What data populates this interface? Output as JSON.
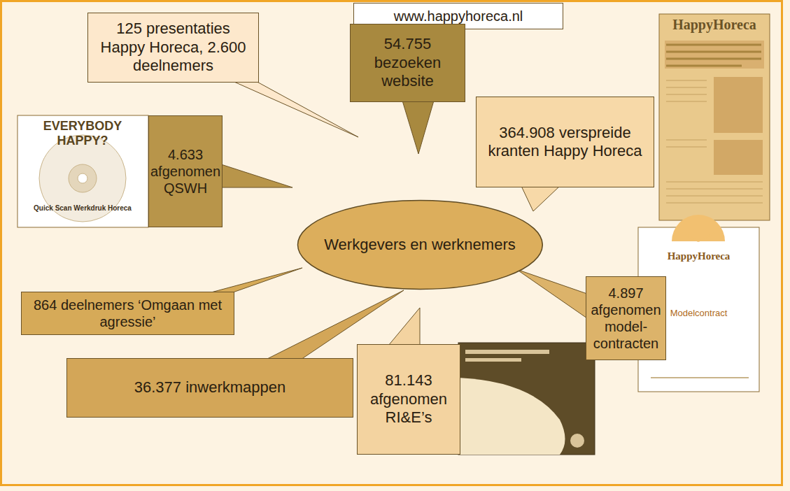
{
  "diagram": {
    "nodes": [
      {
        "text": [
          "125 presentaties Happy Horeca, 2.600 deelnemers"
        ]
      },
      {
        "text": [
          "www.happyhoreca.nl"
        ]
      },
      {
        "text": [
          "54.755 bezoeken website"
        ]
      },
      {
        "text": [
          "364.908 verspreide kranten Happy Horeca"
        ]
      },
      {
        "text": [
          "4.633 afgenomen QSWH"
        ]
      },
      {
        "text": [
          "Werkgevers en werknemers"
        ]
      },
      {
        "text": [
          "4.897 afgenomen model-contracten"
        ]
      },
      {
        "text": [
          "864 deelnemers ‘Omgaan met agressie’"
        ]
      },
      {
        "text": [
          "36.377 inwerkmappen"
        ]
      },
      {
        "text": [
          "81.143 afgenomen RI&E’s"
        ]
      }
    ],
    "labels": [
      "EVERYBODY HAPPY?",
      "Quick Scan Werkdruk Horeca",
      "HappyHoreca",
      "HappyHoreca",
      "Modelcontract"
    ]
  }
}
